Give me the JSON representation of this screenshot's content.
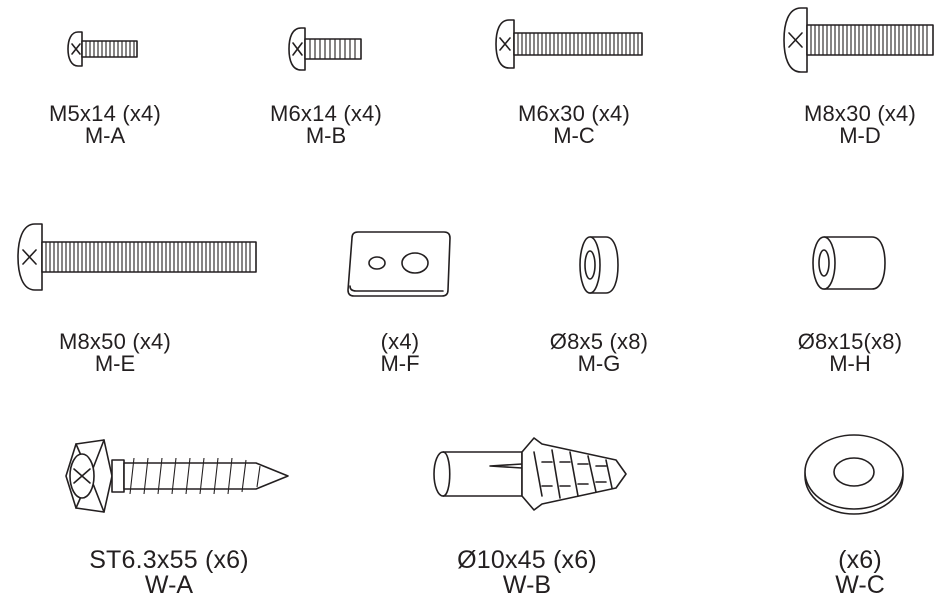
{
  "sheet": {
    "parts": [
      {
        "size": "M5x14 (x4)",
        "code": "M-A",
        "icon": "screw-icon"
      },
      {
        "size": "M6x14 (x4)",
        "code": "M-B",
        "icon": "screw-icon"
      },
      {
        "size": "M6x30 (x4)",
        "code": "M-C",
        "icon": "screw-icon"
      },
      {
        "size": "M8x30 (x4)",
        "code": "M-D",
        "icon": "screw-icon"
      },
      {
        "size": "M8x50 (x4)",
        "code": "M-E",
        "icon": "screw-icon"
      },
      {
        "size": "(x4)",
        "code": "M-F",
        "icon": "plate-icon"
      },
      {
        "size": "Ø8x5 (x8)",
        "code": "M-G",
        "icon": "spacer-icon"
      },
      {
        "size": "Ø8x15(x8)",
        "code": "M-H",
        "icon": "spacer-icon"
      },
      {
        "size": "ST6.3x55 (x6)",
        "code": "W-A",
        "icon": "lag-bolt-icon"
      },
      {
        "size": "Ø10x45 (x6)",
        "code": "W-B",
        "icon": "wall-anchor-icon"
      },
      {
        "size": "(x6)",
        "code": "W-C",
        "icon": "washer-icon"
      }
    ]
  }
}
